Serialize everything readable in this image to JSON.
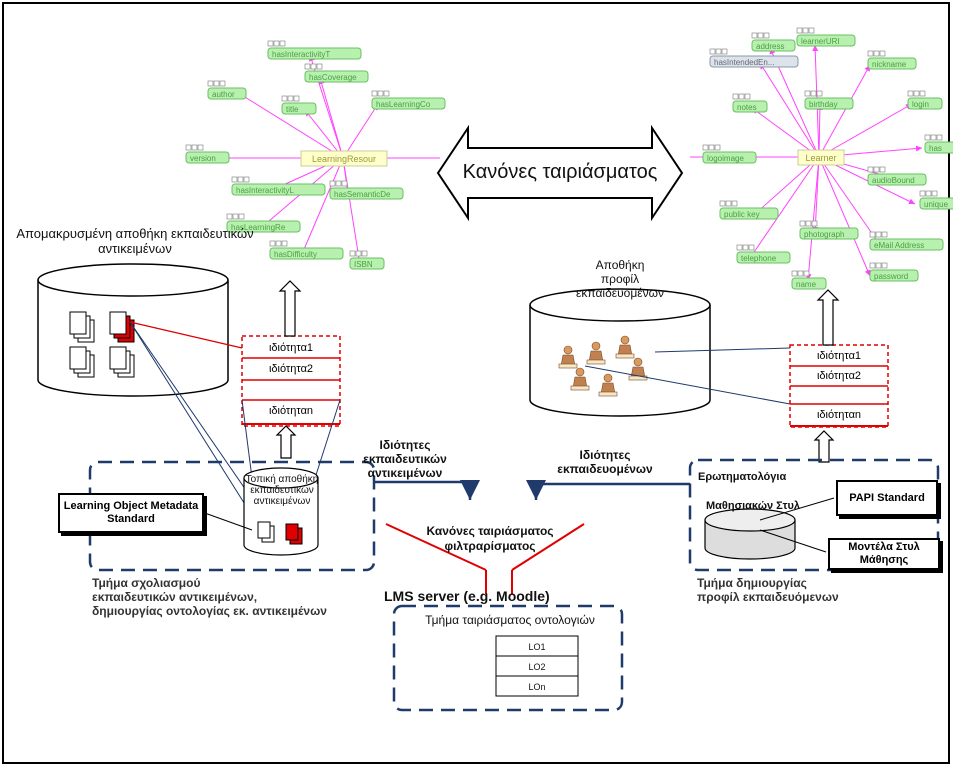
{
  "title": "Κανόνες ταιριάσματος",
  "left_graph": {
    "center": "LearningResour",
    "nodes": [
      "hasInteractivityT",
      "hasCoverage",
      "author",
      "title",
      "hasLearningCo",
      "version",
      "hasInteractivityL",
      "hasSemanticDe",
      "hasLearningRe",
      "hasDifficulty",
      "ISBN"
    ]
  },
  "right_graph": {
    "center": "Learner",
    "nodes": [
      "address",
      "learnerURI",
      "hasIntendedEn...",
      "nickname",
      "notes",
      "birthday",
      "login",
      "logoimage",
      "has",
      "audioBound",
      "unique",
      "public key",
      "photograph",
      "eMail Address",
      "telephone",
      "password",
      "name"
    ]
  },
  "left": {
    "repo_label": "Απομακρυσμένη αποθήκη εκπαιδευτικών αντικειμένων",
    "props": [
      "ιδιότητα1",
      "ιδιότητα2",
      "",
      "ιδιότηταn"
    ],
    "local_repo_label": "Τοπική αποθήκη εκπαιδευτικών αντικειμένων",
    "lom_box": "Learning Object Metadata Standard",
    "section_label_1": "Τμήμα σχολιασμού",
    "section_label_2": "εκπαιδευτικών αντικειμένων,",
    "section_label_3": "δημιουργίας οντολογίας εκ. αντικειμένων",
    "arrow_label_1": "Ιδιότητες",
    "arrow_label_2": "εκπαιδευτικών",
    "arrow_label_3": "αντικειμένων"
  },
  "right": {
    "repo_label_1": "Αποθήκη",
    "repo_label_2": "προφίλ",
    "repo_label_3": "εκπαιδευομένων",
    "props": [
      "ιδιότητα1",
      "ιδιότητα2",
      "",
      "ιδιότηταn"
    ],
    "questionnaire_1": "Ερωτηματολόγια",
    "questionnaire_2": "Μαθησιακών Στυλ",
    "papi_box": "PAPI Standard",
    "styles_box": "Μοντέλα Στυλ Μάθησης",
    "section_label_1": "Τμήμα δημιουργίας",
    "section_label_2": "προφίλ εκπαιδευόμενων",
    "arrow_label_1": "Ιδιότητες",
    "arrow_label_2": "εκπαιδευομένων"
  },
  "center": {
    "filter_label_1": "Κανόνες ταιριάσματος",
    "filter_label_2": "φιλτραρίσματος",
    "lms_label": "LMS server (e.g. Moodle)",
    "match_label": "Τμήμα ταιριάσματος οντολογιών",
    "lo_rows": [
      "LO1",
      "LO2",
      "LOn"
    ]
  },
  "colors": {
    "node_fill": "#b8f0b0",
    "edge": "#ff44ff",
    "red": "#e00000",
    "blue_line": "#1f3a6b",
    "dashed_border": "#1f3a6b"
  }
}
